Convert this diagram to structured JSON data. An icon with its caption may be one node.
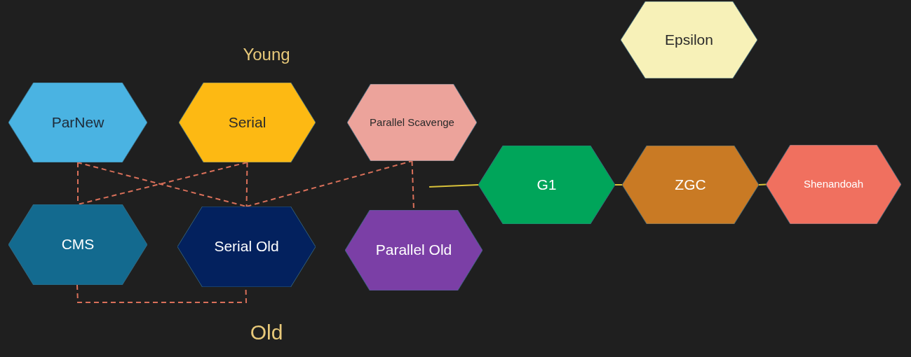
{
  "diagram": {
    "nodes": [
      {
        "text": [
          "ParNew"
        ]
      },
      {
        "text": [
          "Serial"
        ]
      },
      {
        "text": [
          "Parallel Scavenge"
        ]
      },
      {
        "text": [
          "CMS"
        ]
      },
      {
        "text": [
          "Serial Old"
        ]
      },
      {
        "text": [
          "Parallel Old"
        ]
      },
      {
        "text": [
          "G1"
        ]
      },
      {
        "text": [
          "ZGC"
        ]
      },
      {
        "text": [
          "Shenandoah"
        ]
      },
      {
        "text": [
          "Epsilon"
        ]
      }
    ],
    "edges": [
      {
        "from": 0,
        "to": 3,
        "arrow": "none",
        "style": "dashed"
      },
      {
        "from": 0,
        "to": 4,
        "arrow": "none",
        "style": "dashed"
      },
      {
        "from": 1,
        "to": 3,
        "arrow": "none",
        "style": "dashed"
      },
      {
        "from": 1,
        "to": 4,
        "arrow": "none",
        "style": "dashed"
      },
      {
        "from": 4,
        "to": 2,
        "arrow": "none",
        "style": "dashed"
      },
      {
        "from": 2,
        "to": 5,
        "arrow": "none",
        "style": "dashed"
      },
      {
        "from": 3,
        "to": 4,
        "arrow": "none",
        "style": "dashed"
      },
      {
        "from": null,
        "to": 6,
        "arrow": "none",
        "color": "#d8c23a"
      },
      {
        "from": 6,
        "to": 7,
        "arrow": "none",
        "color": "#d8c23a"
      },
      {
        "from": 7,
        "to": 8,
        "arrow": "none",
        "color": "#d8c23a"
      }
    ],
    "labels": [
      "Young",
      "Old"
    ]
  }
}
